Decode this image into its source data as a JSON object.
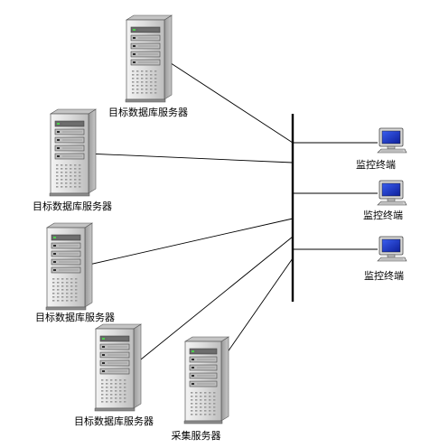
{
  "diagram": {
    "nodes": [
      {
        "id": "db1",
        "type": "server",
        "label": "目标数据库服务器"
      },
      {
        "id": "db2",
        "type": "server",
        "label": "目标数据库服务器"
      },
      {
        "id": "db3",
        "type": "server",
        "label": "目标数据库服务器"
      },
      {
        "id": "db4",
        "type": "server",
        "label": "目标数据库服务器"
      },
      {
        "id": "collector",
        "type": "server",
        "label": "采集服务器"
      },
      {
        "id": "t1",
        "type": "terminal",
        "label": "监控终端"
      },
      {
        "id": "t2",
        "type": "terminal",
        "label": "监控终端"
      },
      {
        "id": "t3",
        "type": "terminal",
        "label": "监控终端"
      }
    ],
    "bus": {
      "type": "network-bus"
    },
    "edges": [
      "db1",
      "db2",
      "db3",
      "db4",
      "collector",
      "t1",
      "t2",
      "t3"
    ],
    "colors": {
      "server_body": "#dcdcdc",
      "server_shade": "#a8a8a8",
      "screen": "#1d3fd0",
      "line": "#000000"
    }
  }
}
